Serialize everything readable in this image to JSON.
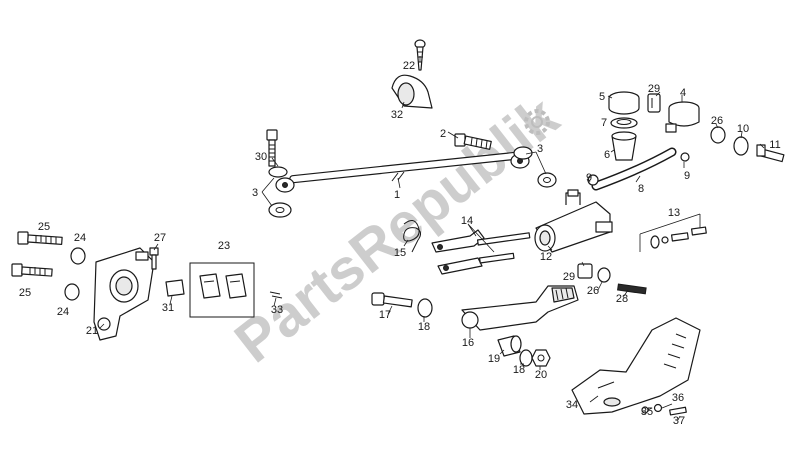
{
  "watermark": {
    "text": "PartsRepublik"
  },
  "callouts": {
    "n1": "1",
    "n2": "2",
    "n3a": "3",
    "n3b": "3",
    "n4": "4",
    "n5": "5",
    "n6": "6",
    "n7": "7",
    "n8": "8",
    "n9a": "9",
    "n9b": "9",
    "n10": "10",
    "n11": "11",
    "n12": "12",
    "n13": "13",
    "n14": "14",
    "n15": "15",
    "n16": "16",
    "n17": "17",
    "n18a": "18",
    "n18b": "18",
    "n19": "19",
    "n20": "20",
    "n21": "21",
    "n22": "22",
    "n23": "23",
    "n24a": "24",
    "n24b": "24",
    "n25a": "25",
    "n25b": "25",
    "n26a": "26",
    "n26b": "26",
    "n27": "27",
    "n28": "28",
    "n29a": "29",
    "n29b": "29",
    "n30": "30",
    "n31": "31",
    "n32": "32",
    "n33": "33",
    "n34": "34",
    "n35": "35",
    "n36": "36",
    "n37": "37"
  },
  "icons": {
    "gear": "gear-icon"
  }
}
